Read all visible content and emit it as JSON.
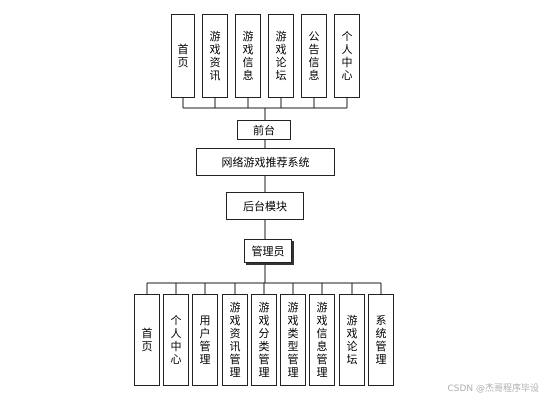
{
  "diagram": {
    "top_items": [
      "首页",
      "游戏资讯",
      "游戏信息",
      "游戏论坛",
      "公告信息",
      "个人中心"
    ],
    "frontend": "前台",
    "system": "网络游戏推荐系统",
    "backend": "后台模块",
    "admin": "管理员",
    "bottom_items": [
      "首页",
      "个人中心",
      "用户管理",
      "游戏资讯管理",
      "游戏分类管理",
      "游戏类型管理",
      "游戏信息管理",
      "游戏论坛",
      "系统管理"
    ]
  },
  "watermark": "CSDN @杰哥程序毕设"
}
